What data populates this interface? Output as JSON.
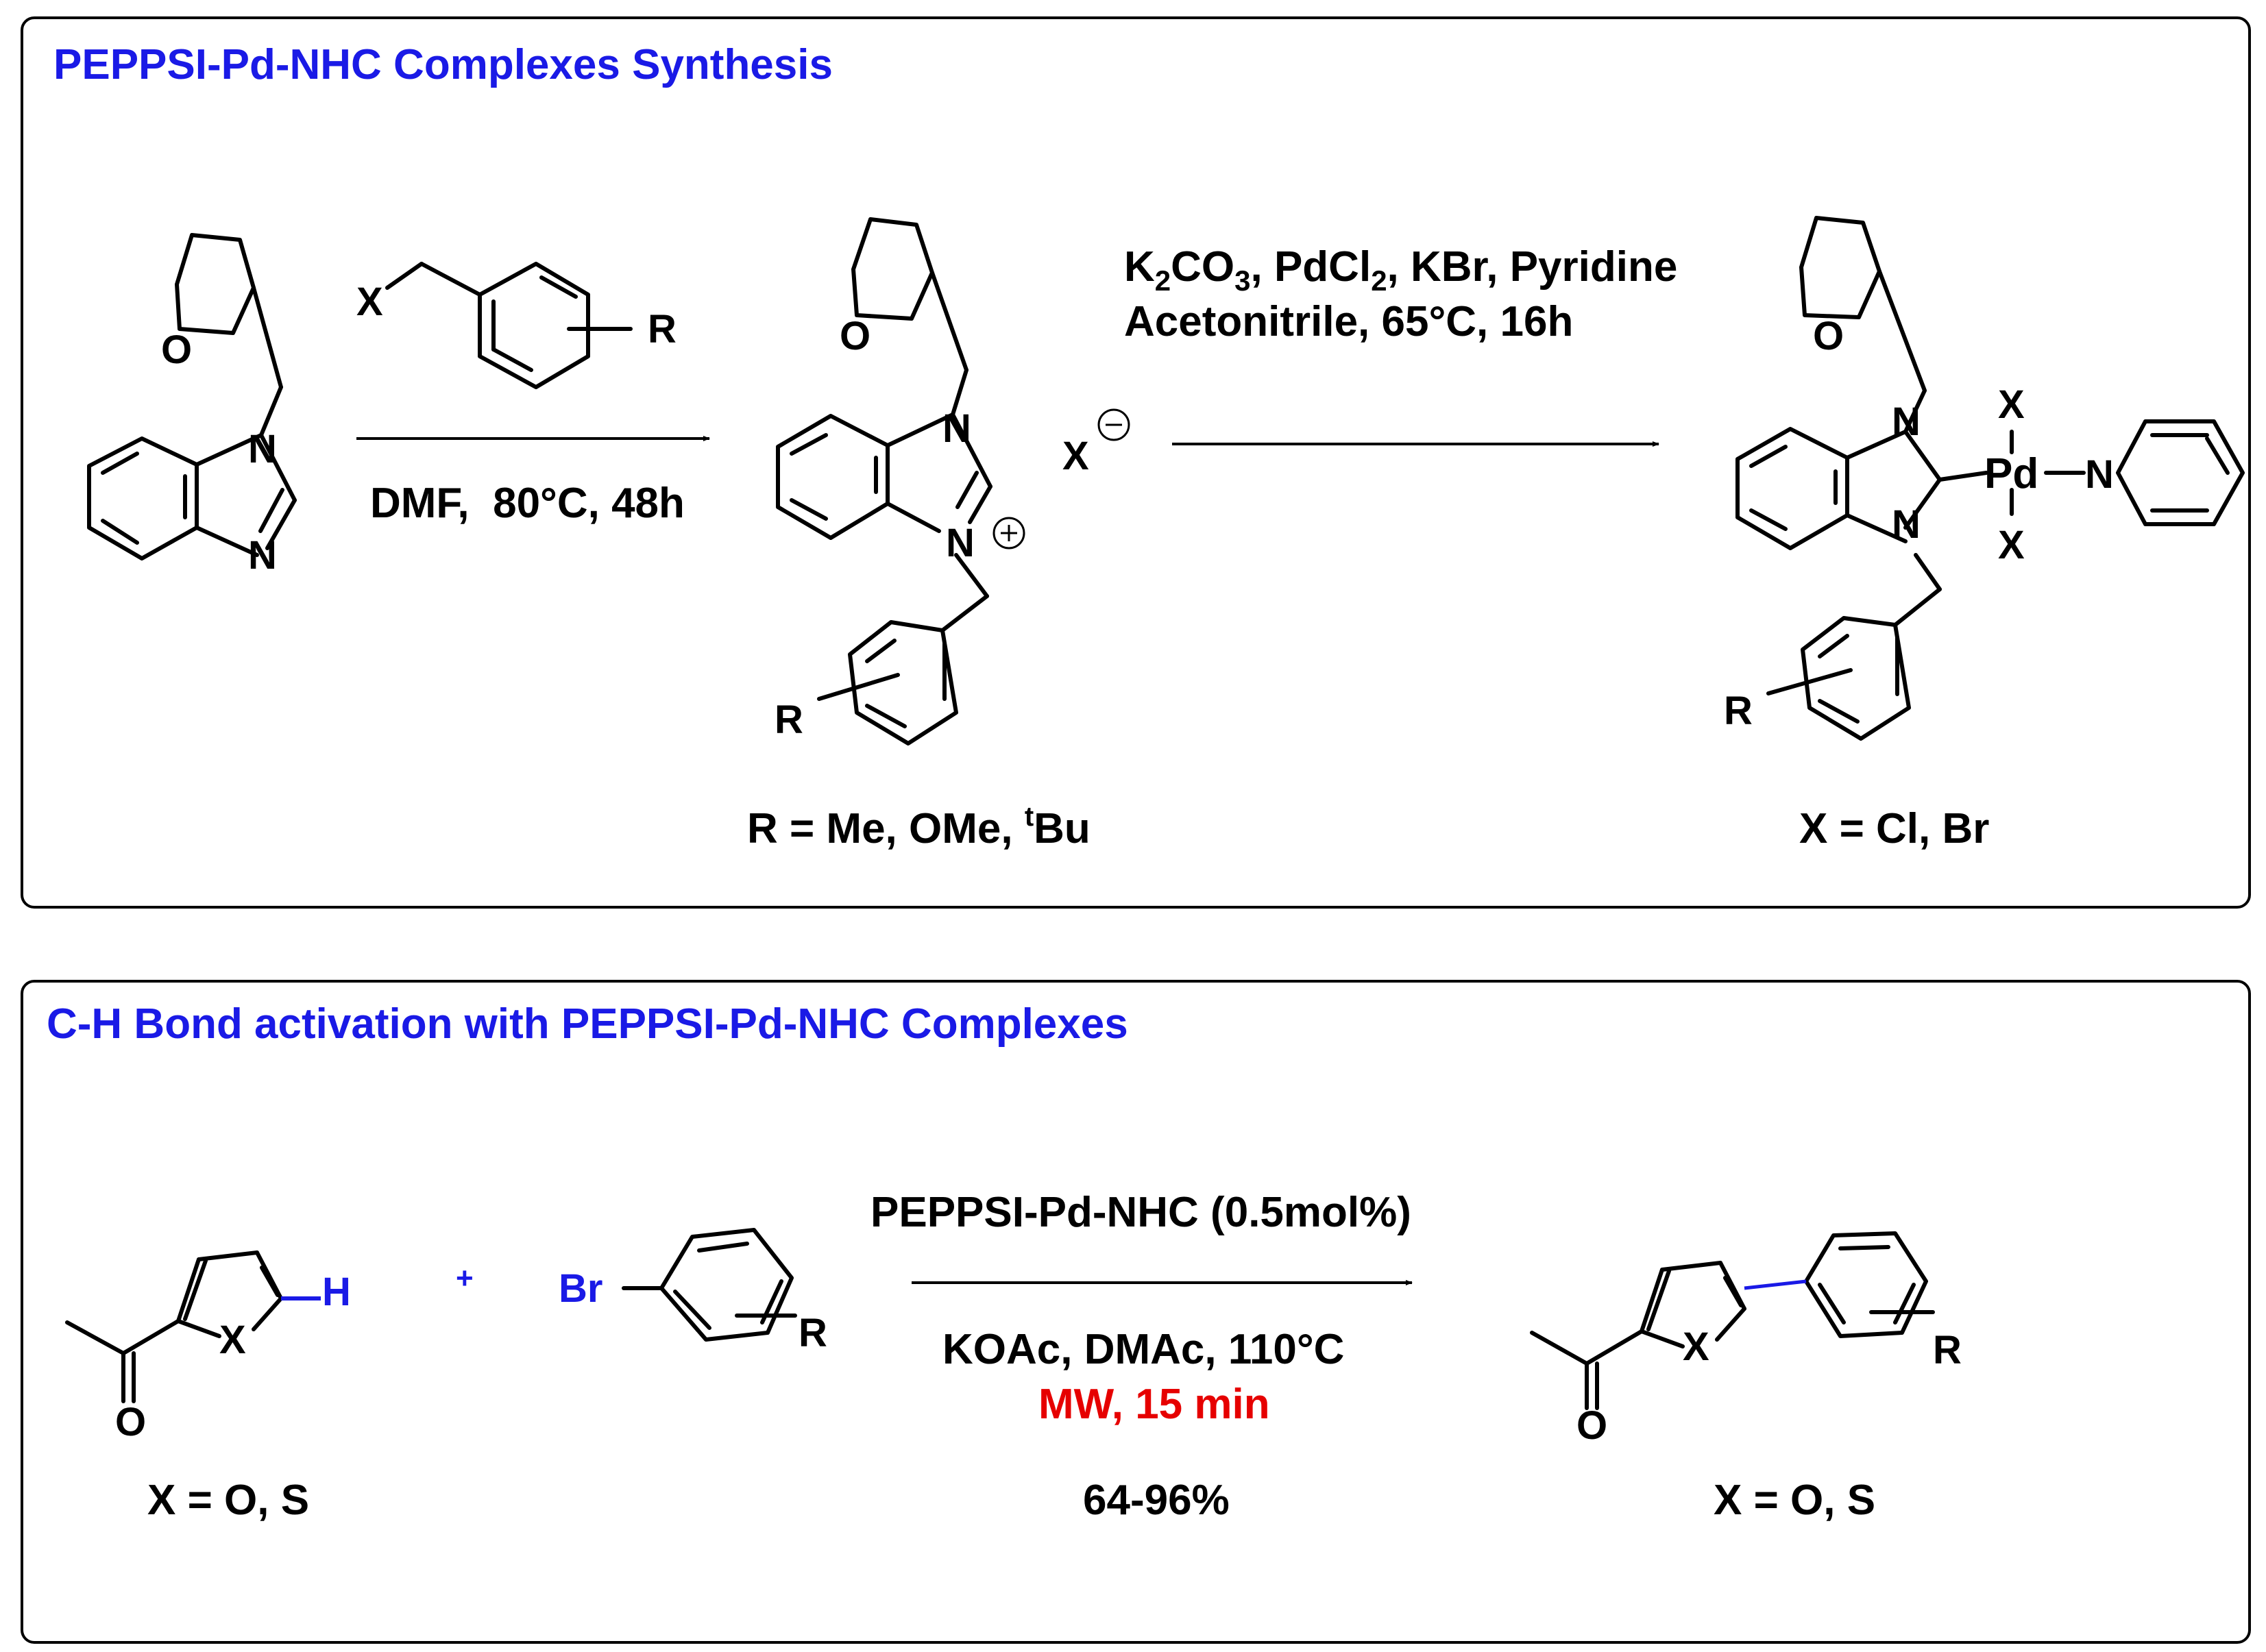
{
  "panel1": {
    "title": "PEPPSI-Pd-NHC Complexes Synthesis",
    "step1_conditions": "DMF,  80°C, 48h",
    "step2_conditions_line1": {
      "p1": "K",
      "s1": "2",
      "p2": "CO",
      "s2": "3",
      "p3": ", PdCl",
      "s3": "2",
      "p4": ", KBr, Pyridine"
    },
    "step2_conditions_line2": "Acetonitrile, 65°C, 16h",
    "r_definition": {
      "text": "R = Me, OMe, ",
      "sup": "t",
      "tail": "Bu"
    },
    "x_definition": "X = Cl, Br",
    "atoms": {
      "O": "O",
      "N": "N",
      "X": "X",
      "R": "R",
      "Pd": "Pd"
    }
  },
  "panel2": {
    "title": "C-H Bond activation with PEPPSI-Pd-NHC Complexes",
    "catalyst": "PEPPSI-Pd-NHC (0.5mol%)",
    "conditions": "KOAc, DMAc, 110°C",
    "microwave": "MW, 15 min",
    "yield": "64-96%",
    "plus": "+",
    "substrate_x_def": "X = O, S",
    "product_x_def": "X = O, S",
    "atoms": {
      "H": "H",
      "Br": "Br",
      "X": "X",
      "O": "O",
      "R": "R"
    }
  },
  "colors": {
    "title": "#1a1ae6",
    "highlight": "#e60000",
    "bond": "#000000",
    "new_bond": "#1a1ae6"
  }
}
